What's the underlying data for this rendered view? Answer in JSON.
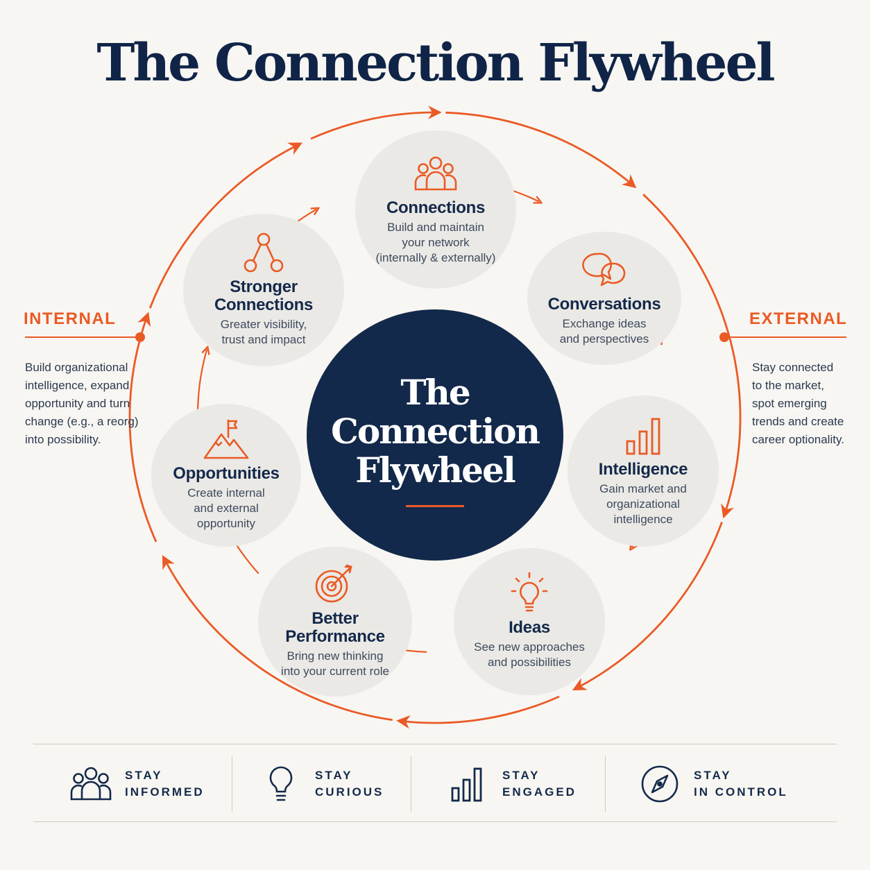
{
  "title": "The Connection Flywheel",
  "center": {
    "title": "The\nConnection\nFlywheel"
  },
  "nodes": [
    {
      "icon": "people-group-icon",
      "title": "Connections",
      "desc": "Build and maintain\nyour network\n(internally & externally)"
    },
    {
      "icon": "chat-bubbles-icon",
      "title": "Conversations",
      "desc": "Exchange ideas\nand perspectives"
    },
    {
      "icon": "bar-chart-icon",
      "title": "Intelligence",
      "desc": "Gain market and\norganizational\nintelligence"
    },
    {
      "icon": "lightbulb-icon",
      "title": "Ideas",
      "desc": "See new approaches\nand possibilities"
    },
    {
      "icon": "target-arrow-icon",
      "title": "Better\nPerformance",
      "desc": "Bring new thinking\ninto your current role"
    },
    {
      "icon": "mountain-flag-icon",
      "title": "Opportunities",
      "desc": "Create internal\nand external\nopportunity"
    },
    {
      "icon": "network-nodes-icon",
      "title": "Stronger\nConnections",
      "desc": "Greater visibility,\ntrust and impact"
    }
  ],
  "internal": {
    "label": "INTERNAL",
    "desc": "Build organizational\nintelligence, expand\nopportunity and turn\nchange (e.g., a reorg)\ninto possibility."
  },
  "external": {
    "label": "EXTERNAL",
    "desc": "Stay connected\nto the market,\nspot emerging\ntrends and create\ncareer optionality."
  },
  "footer": [
    {
      "icon": "people-group-icon",
      "line1": "STAY",
      "line2": "INFORMED"
    },
    {
      "icon": "lightbulb-icon",
      "line1": "STAY",
      "line2": "CURIOUS"
    },
    {
      "icon": "bar-chart-icon",
      "line1": "STAY",
      "line2": "ENGAGED"
    },
    {
      "icon": "compass-icon",
      "line1": "STAY",
      "line2": "IN CONTROL"
    }
  ],
  "colors": {
    "navy": "#13294b",
    "orange": "#ea5a25",
    "node_fill": "#ebe9e5",
    "background": "#f8f6f2"
  }
}
